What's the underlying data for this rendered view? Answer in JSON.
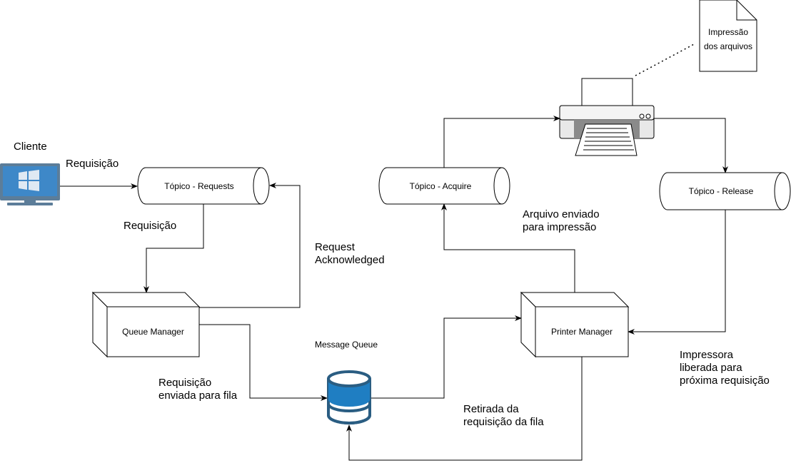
{
  "nodes": {
    "client": "Cliente",
    "topic_requests": "Tópico - Requests",
    "topic_acquire": "Tópico - Acquire",
    "topic_release": "Tópico - Release",
    "queue_manager": "Queue Manager",
    "printer_manager": "Printer Manager",
    "message_queue": "Message Queue",
    "note": "Impressão\ndos arquivos"
  },
  "edges": {
    "client_to_requests": "Requisição",
    "requests_to_qm": "Requisição",
    "qm_to_requests": "Request\nAcknowledged",
    "qm_to_queue": "Requisição\nenviada para fila",
    "pm_to_acquire": "Arquivo enviado\npara impressão",
    "release_to_pm": "Impressora\nliberada para\npróxima requisição",
    "pm_from_queue": "Retirada da\nrequisição da fila"
  },
  "colors": {
    "line": "#000000",
    "box_fill": "#ffffff",
    "db_blue": "#1f7ec2",
    "db_dark": "#2a5d82",
    "monitor_blue": "#3e88c8",
    "monitor_frame": "#5c7d99",
    "printer_gray": "#8a8a8a"
  }
}
